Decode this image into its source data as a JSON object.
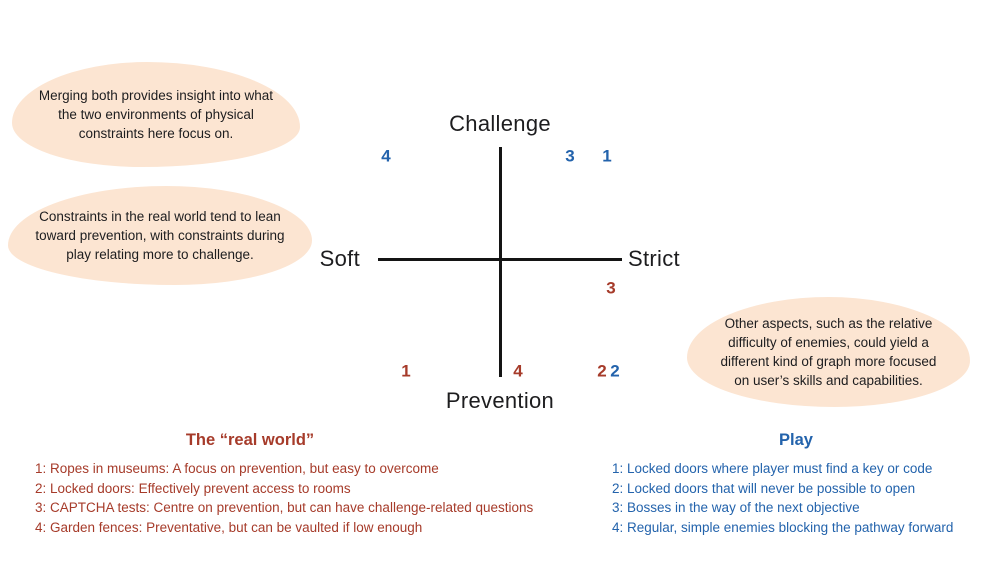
{
  "quadrant": {
    "top_label": "Challenge",
    "bottom_label": "Prevention",
    "left_label": "Soft",
    "right_label": "Strict",
    "points": [
      {
        "text": "4",
        "series": "play",
        "x": 386,
        "y": 156
      },
      {
        "text": "3",
        "series": "play",
        "x": 570,
        "y": 156
      },
      {
        "text": "1",
        "series": "play",
        "x": 607,
        "y": 156
      },
      {
        "text": "3",
        "series": "real",
        "x": 611,
        "y": 288
      },
      {
        "text": "1",
        "series": "real",
        "x": 406,
        "y": 371
      },
      {
        "text": "4",
        "series": "real",
        "x": 518,
        "y": 371
      },
      {
        "text": "2",
        "series": "real",
        "x": 602,
        "y": 371
      },
      {
        "text": "2",
        "series": "play",
        "x": 615,
        "y": 371
      }
    ]
  },
  "annotations": [
    {
      "text": "Merging both provides insight into what the two environments of physical constraints here focus on."
    },
    {
      "text": "Constraints in the real world tend to lean toward prevention, with constraints during play relating more to challenge."
    },
    {
      "text": "Other aspects, such as the relative difficulty of enemies, could yield a different kind of graph more focused on user’s skills and capabilities."
    }
  ],
  "legend_real": {
    "title": "The “real world”",
    "items": [
      "1: Ropes in museums: A focus on prevention, but easy to overcome",
      "2: Locked doors: Effectively prevent access to rooms",
      "3: CAPTCHA tests: Centre on prevention, but can have challenge-related questions",
      "4: Garden fences: Preventative, but can be vaulted if low enough"
    ]
  },
  "legend_play": {
    "title": "Play",
    "items": [
      "1: Locked doors where player must find a key or code",
      "2: Locked doors that will never be possible to open",
      "3: Bosses in the way of the next objective",
      "4: Regular, simple enemies blocking the pathway forward"
    ]
  },
  "colors": {
    "real": "#a63b2a",
    "play": "#2363ac",
    "bubble_fill": "#fce5d2",
    "axis": "#141414"
  }
}
